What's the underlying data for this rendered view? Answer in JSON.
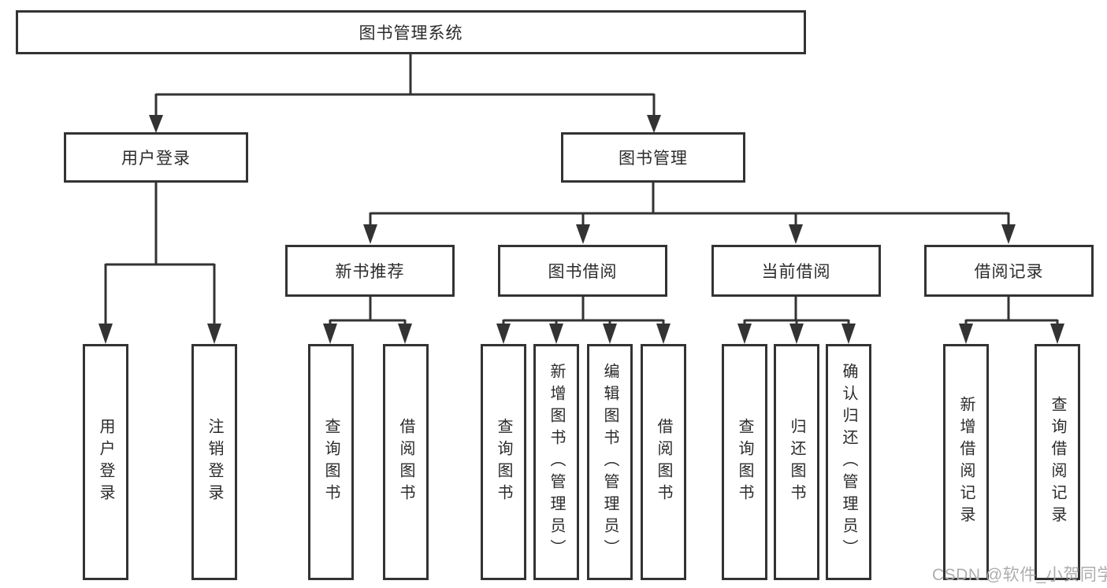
{
  "tree": {
    "label": "图书管理系统",
    "children": [
      {
        "label": "用户登录",
        "children": [
          {
            "label": "用户登录"
          },
          {
            "label": "注销登录"
          }
        ]
      },
      {
        "label": "图书管理",
        "children": [
          {
            "label": "新书推荐",
            "children": [
              {
                "label": "查询图书"
              },
              {
                "label": "借阅图书"
              }
            ]
          },
          {
            "label": "图书借阅",
            "children": [
              {
                "label": "查询图书"
              },
              {
                "label": "新增图书（管理员）"
              },
              {
                "label": "编辑图书（管理员）"
              },
              {
                "label": "借阅图书"
              }
            ]
          },
          {
            "label": "当前借阅",
            "children": [
              {
                "label": "查询图书"
              },
              {
                "label": "归还图书"
              },
              {
                "label": "确认归还（管理员）"
              }
            ]
          },
          {
            "label": "借阅记录",
            "children": [
              {
                "label": "新增借阅记录"
              },
              {
                "label": "查询借阅记录"
              }
            ]
          }
        ]
      }
    ]
  },
  "watermark": {
    "text": "CSDN @软件_小贺同学"
  },
  "colors": {
    "line": "#333333",
    "text": "#2b2b2b",
    "background": "#ffffff",
    "watermark": "#adadad"
  }
}
